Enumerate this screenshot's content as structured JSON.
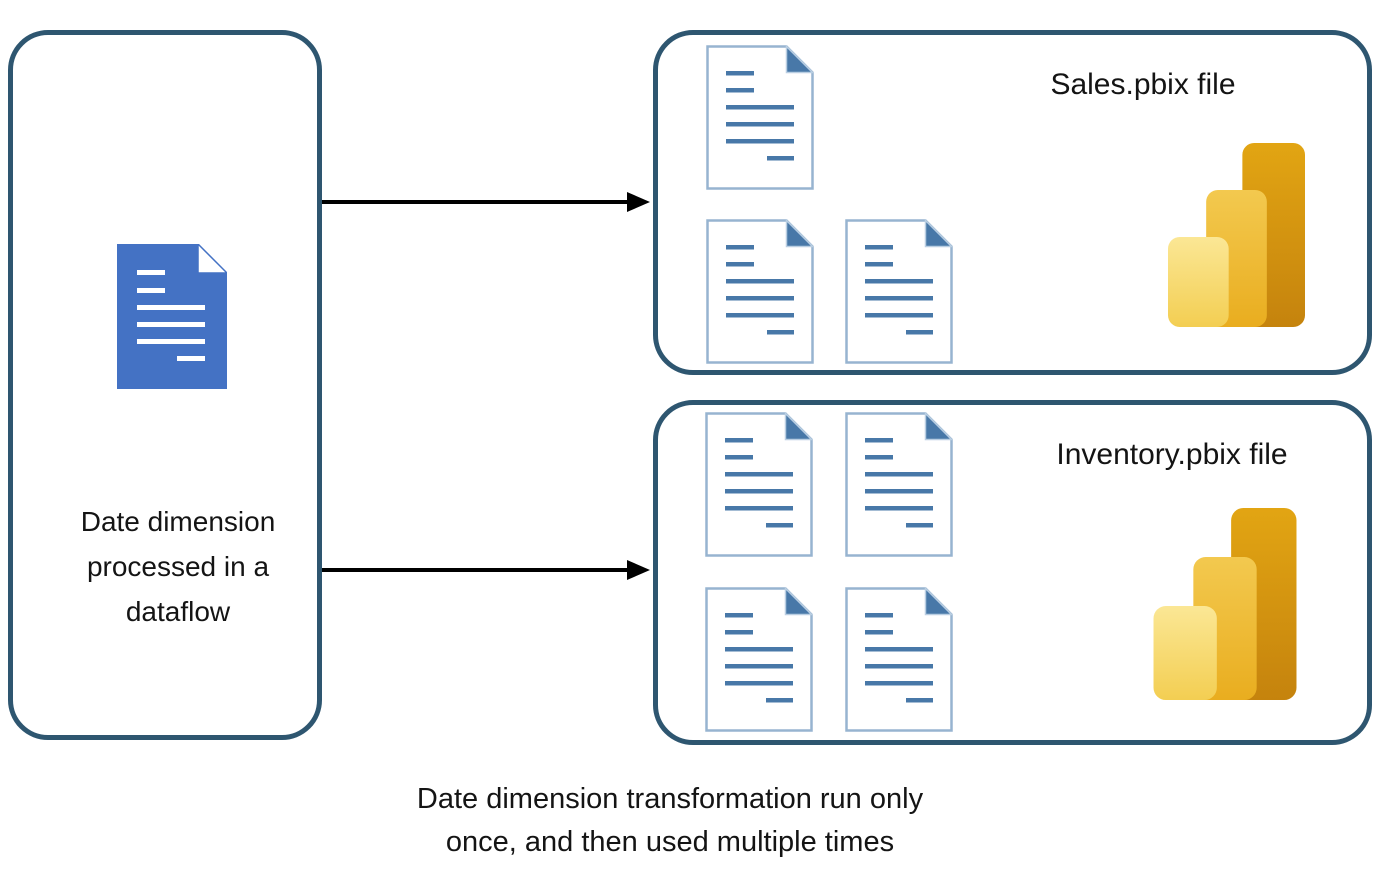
{
  "source_box": {
    "label": "Date dimension\nprocessed in a\ndataflow",
    "icon": "dataflow-document-icon"
  },
  "target_boxes": [
    {
      "title": "Sales.pbix file",
      "document_count": 3,
      "icon": "power-bi-icon"
    },
    {
      "title": "Inventory.pbix file",
      "document_count": 4,
      "icon": "power-bi-icon"
    }
  ],
  "caption": "Date dimension transformation run only\nonce, and then used multiple times",
  "colors": {
    "box_border": "#2E5670",
    "document_fill": "#4472C4",
    "document_outline": "#97B4D0",
    "document_accent": "#4878A8",
    "arrow": "#000000",
    "powerbi_bar_dark_top": "#E2A513",
    "powerbi_bar_dark_bottom": "#C5830D",
    "powerbi_bar_mid_top": "#F3C94F",
    "powerbi_bar_mid_bottom": "#E9AD1F",
    "powerbi_bar_light_top": "#FBE795",
    "powerbi_bar_light_bottom": "#F3CE52"
  }
}
